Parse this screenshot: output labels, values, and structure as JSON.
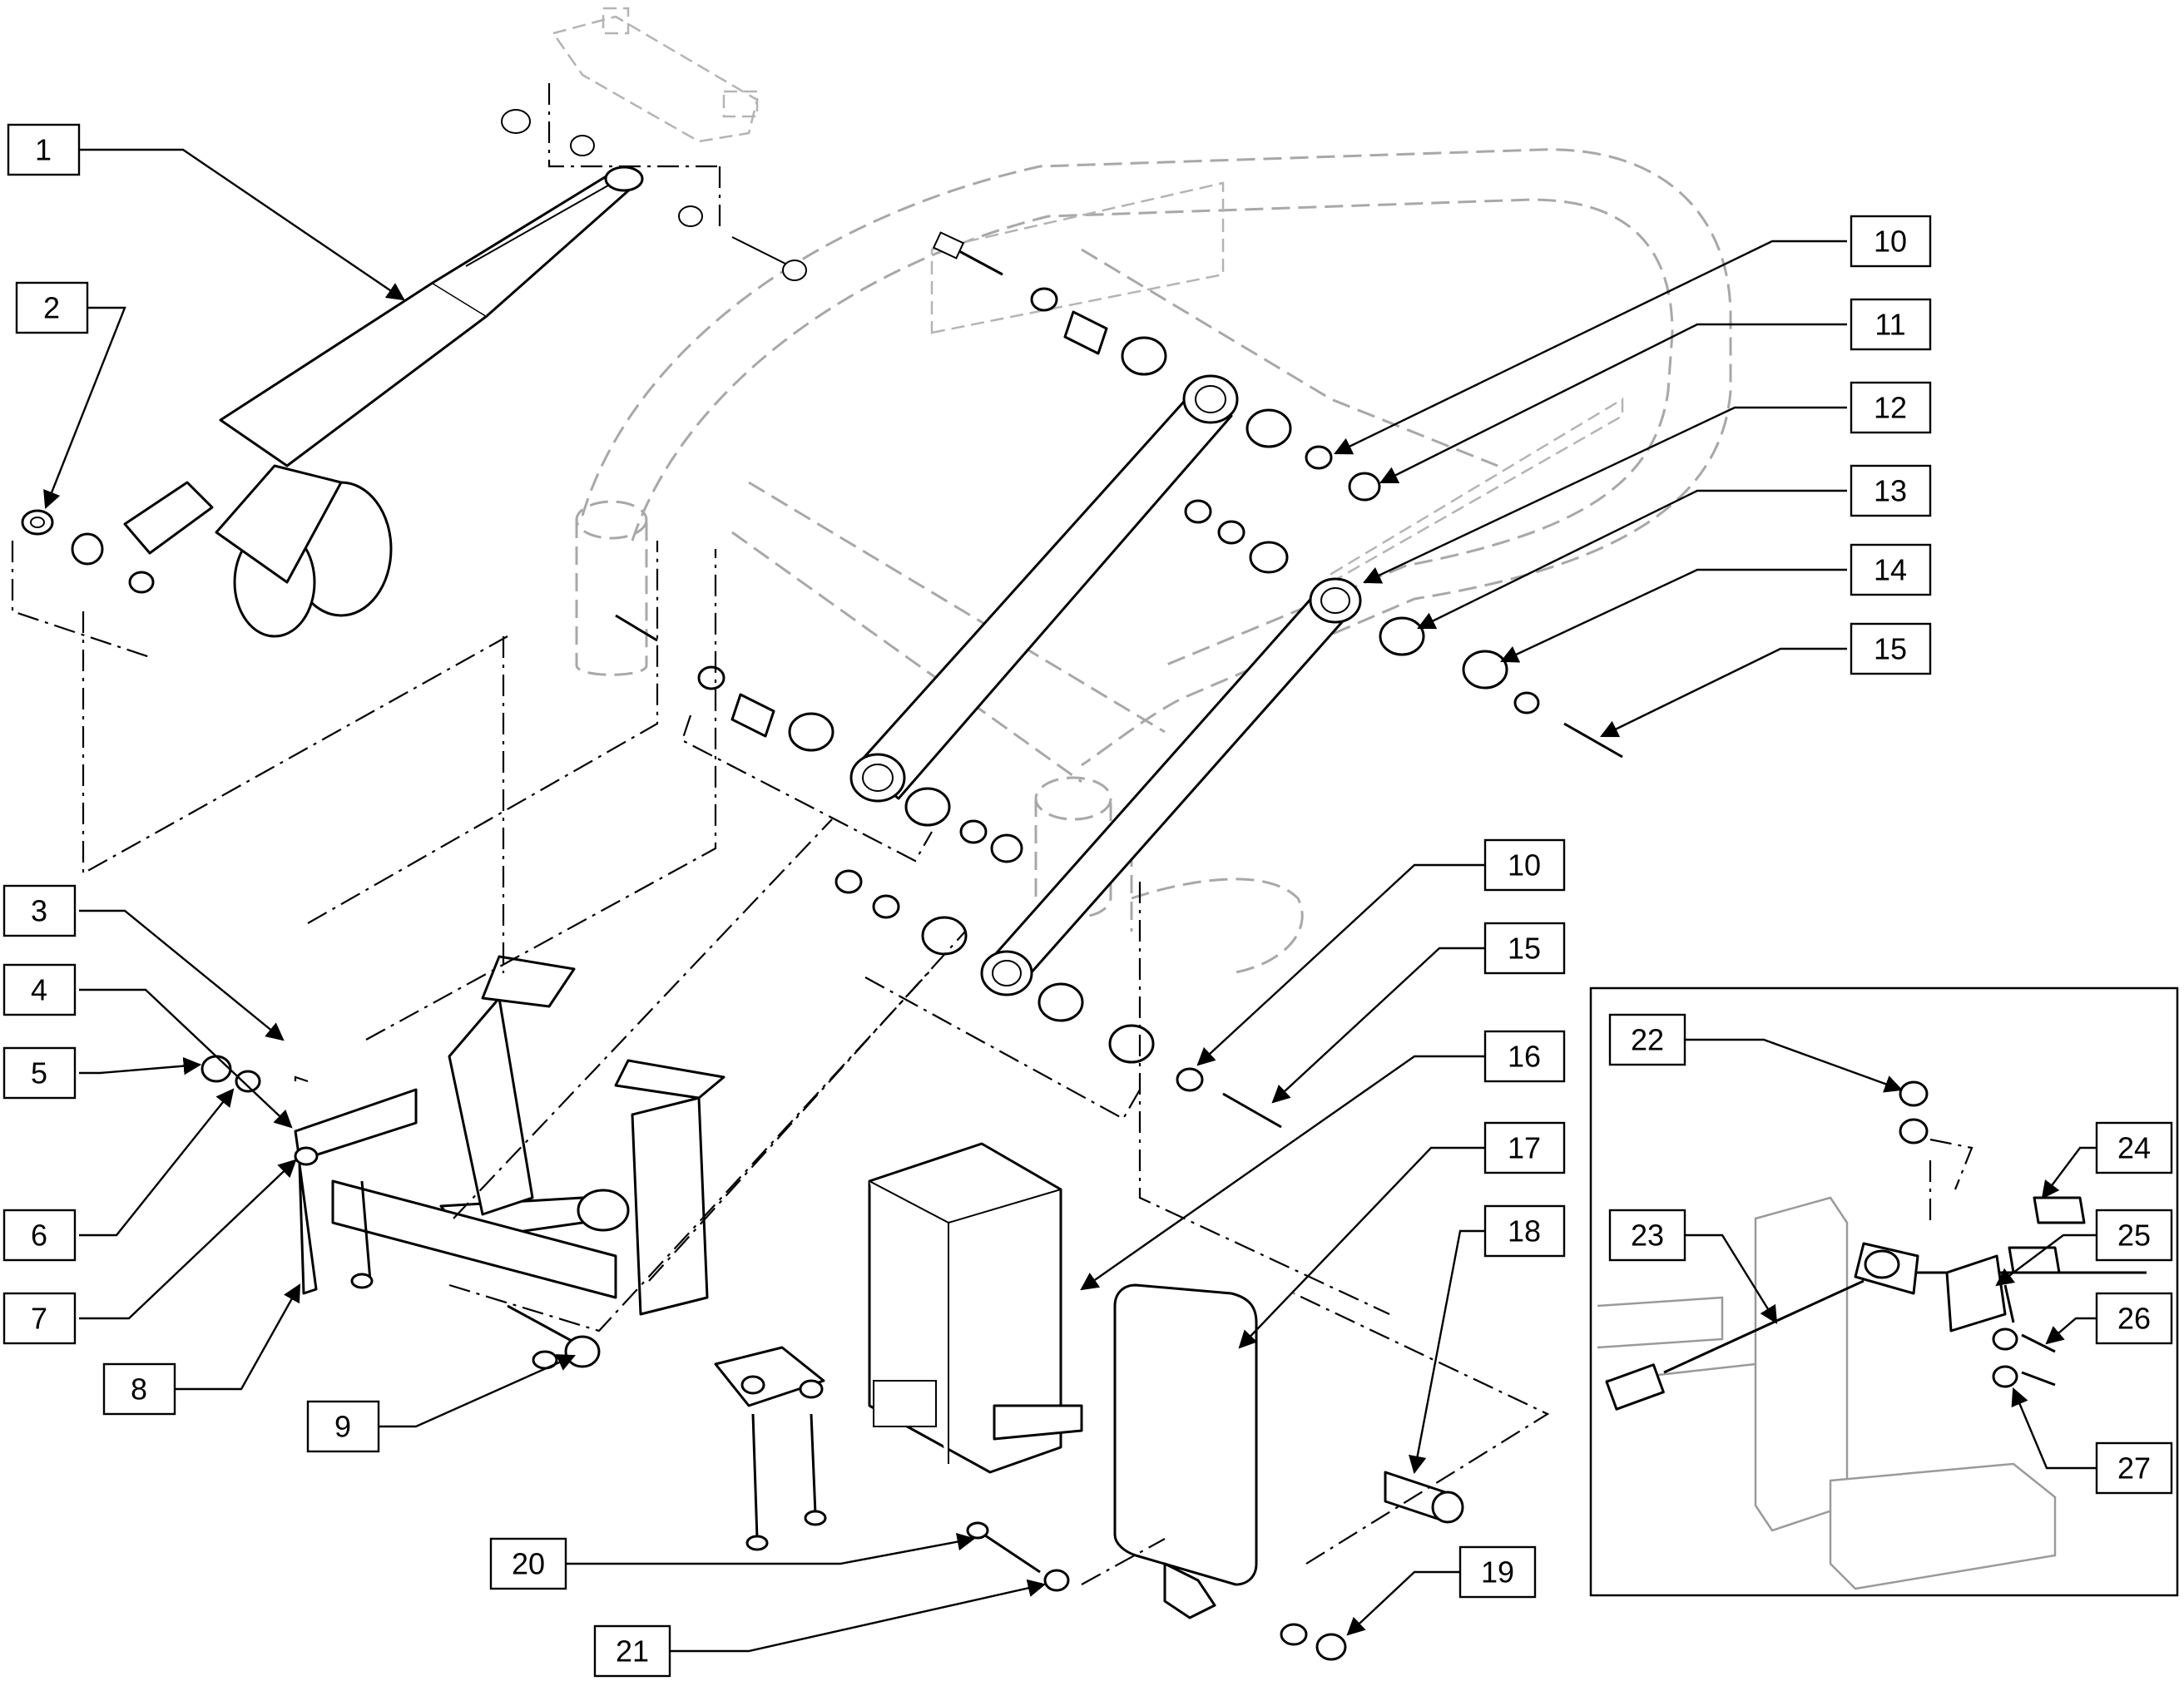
{
  "callouts": [
    "1",
    "2",
    "3",
    "4",
    "5",
    "6",
    "7",
    "8",
    "9",
    "10",
    "11",
    "12",
    "13",
    "14",
    "15",
    "10",
    "15",
    "16",
    "17",
    "18",
    "19",
    "20",
    "21",
    "22",
    "23",
    "24",
    "25",
    "26",
    "27"
  ]
}
